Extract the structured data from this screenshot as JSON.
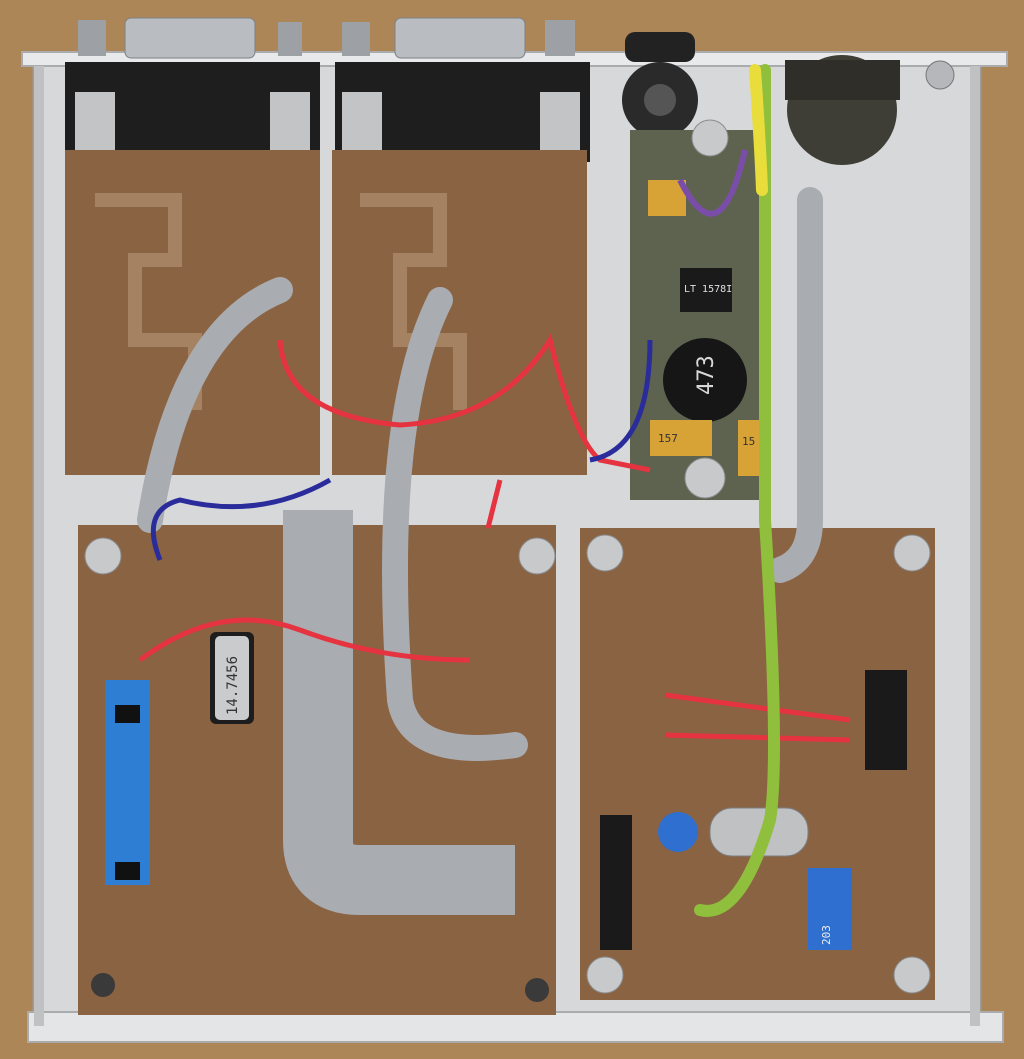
{
  "photo": {
    "subject": "",
    "components": {
      "regulator_ic": "LT 1578I",
      "inductor": "473",
      "capacitor_a": "157",
      "capacitor_b": "15",
      "crystal_left": "14.7456",
      "trimmer_pot": "203"
    }
  },
  "colors": {
    "background": "#b08a5a",
    "chassis": "#c9cbcd",
    "pcb": "#8a6343",
    "ribbon": "#a9acb0",
    "wire_red": "#e63340",
    "wire_blue": "#2a2c9c",
    "wire_green_yellow": "#8fbf3c",
    "header_blue": "#2e7fd4"
  }
}
